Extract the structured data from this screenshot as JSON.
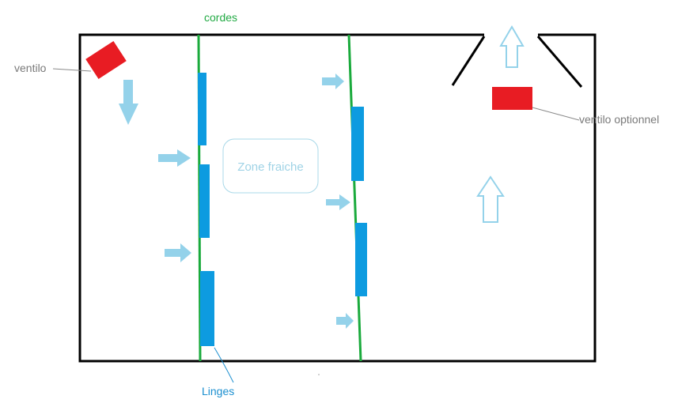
{
  "labels": {
    "cordes": "cordes",
    "ventilo": "ventilo",
    "ventilo_optionnel": "ventilo optionnel",
    "zone_fraiche": "Zone fraiche",
    "linges": "Linges"
  },
  "colors": {
    "room_outline": "#000000",
    "rope": "#1aaa3c",
    "laundry": "#0d9be0",
    "airflow_arrow": "#94d2ea",
    "fan": "#e81c23",
    "cordes_text": "#22aa44",
    "linges_text": "#1b8fd0",
    "zone_outline": "#a8d8e8",
    "zone_text": "#9fd3e6",
    "callout_text": "#7a7a7a"
  },
  "icons": {
    "airflow": "arrow-right-icon",
    "downflow": "arrow-down-icon",
    "upflow": "arrow-up-outline-icon"
  }
}
